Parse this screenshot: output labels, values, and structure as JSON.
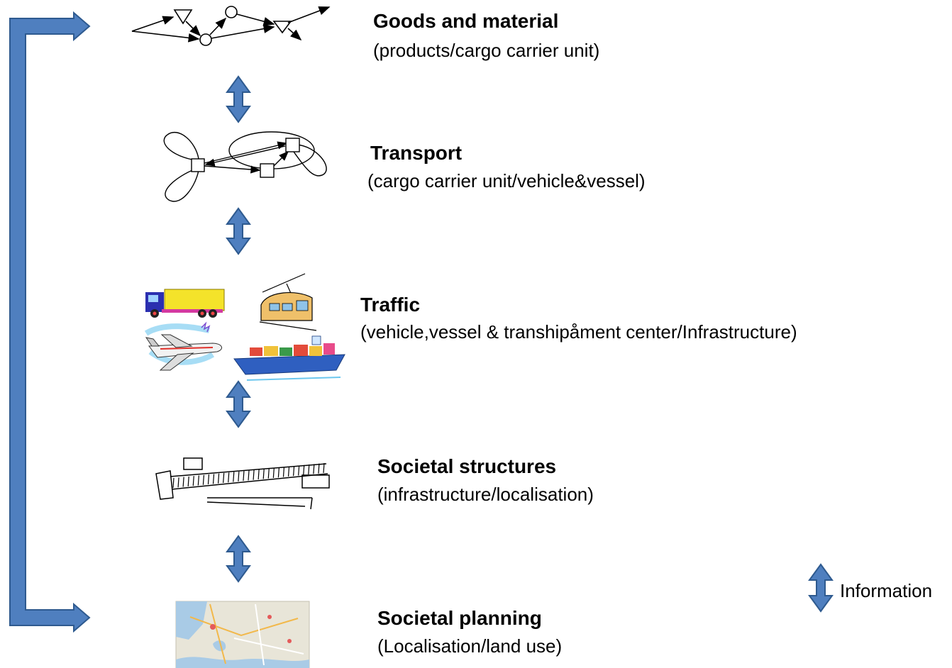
{
  "levels": [
    {
      "title": "Goods and material",
      "subtitle": "(products/cargo carrier unit)",
      "icon": "flow-network-icon"
    },
    {
      "title": "Transport",
      "subtitle": "(cargo carrier unit/vehicle&vessel)",
      "icon": "transport-loop-network-icon"
    },
    {
      "title": "Traffic",
      "subtitle": "(vehicle,vessel   & transhipåment center/Infrastructure)",
      "icon": "vehicles-cluster-icon"
    },
    {
      "title": "Societal structures",
      "subtitle": "(infrastructure/localisation)",
      "icon": "terminal-infrastructure-icon"
    },
    {
      "title": "Societal planning",
      "subtitle": "(Localisation/land use)",
      "icon": "map-icon"
    }
  ],
  "legend": {
    "label": "Information",
    "icon": "double-arrow-icon"
  },
  "colors": {
    "arrow_fill": "#4f7fbf",
    "arrow_stroke": "#2e5a8f",
    "map_water": "#a9cbe6",
    "map_land": "#e8e5d8"
  }
}
